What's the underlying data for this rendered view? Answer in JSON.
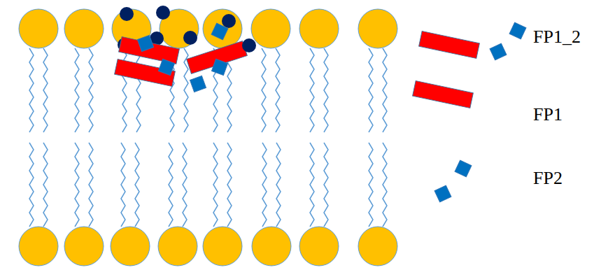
{
  "diagram": {
    "legend": [
      {
        "text": "FP1_2"
      },
      {
        "text": "FP1"
      },
      {
        "text": "FP2"
      }
    ]
  }
}
